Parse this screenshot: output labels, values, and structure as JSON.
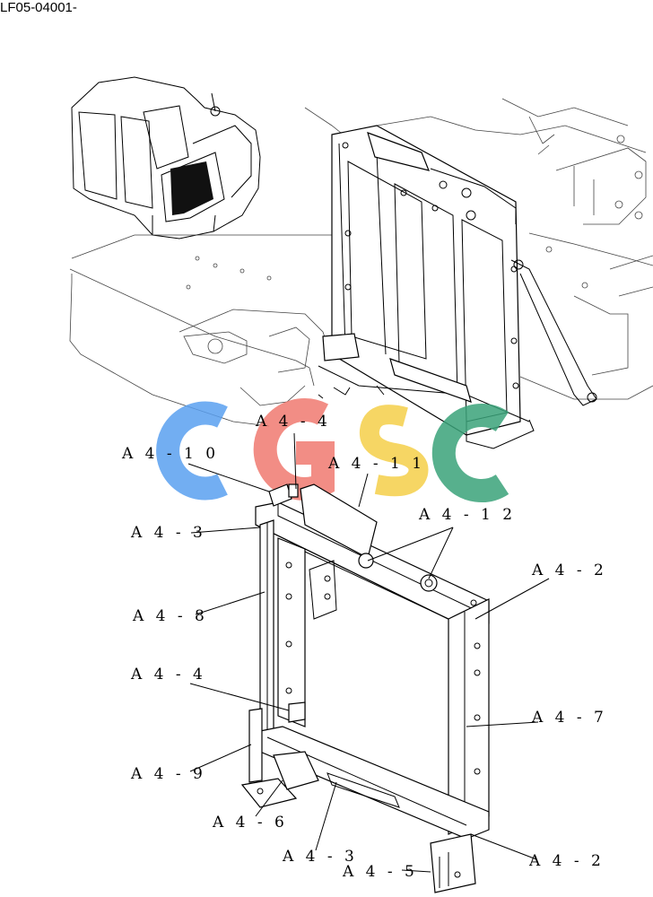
{
  "doc_code": "LF05-04001-",
  "watermark": {
    "letters": [
      "C",
      "G",
      "S",
      "C"
    ],
    "colors": [
      "#5aa0f0",
      "#f07a70",
      "#f5d04a",
      "#3aa37a"
    ]
  },
  "callouts": {
    "a4_4_top": "A 4 - 4",
    "a4_10": "A 4 - 1 0",
    "a4_11": "A 4 - 1 1",
    "a4_12": "A 4 - 1 2",
    "a4_3_top": "A 4 - 3",
    "a4_2_top": "A 4 - 2",
    "a4_8": "A 4 - 8",
    "a4_4_mid": "A 4 - 4",
    "a4_7": "A 4 - 7",
    "a4_9": "A 4 - 9",
    "a4_6": "A 4 - 6",
    "a4_3_bottom": "A 4 - 3",
    "a4_5": "A 4 - 5",
    "a4_2_bottom": "A 4 - 2"
  }
}
